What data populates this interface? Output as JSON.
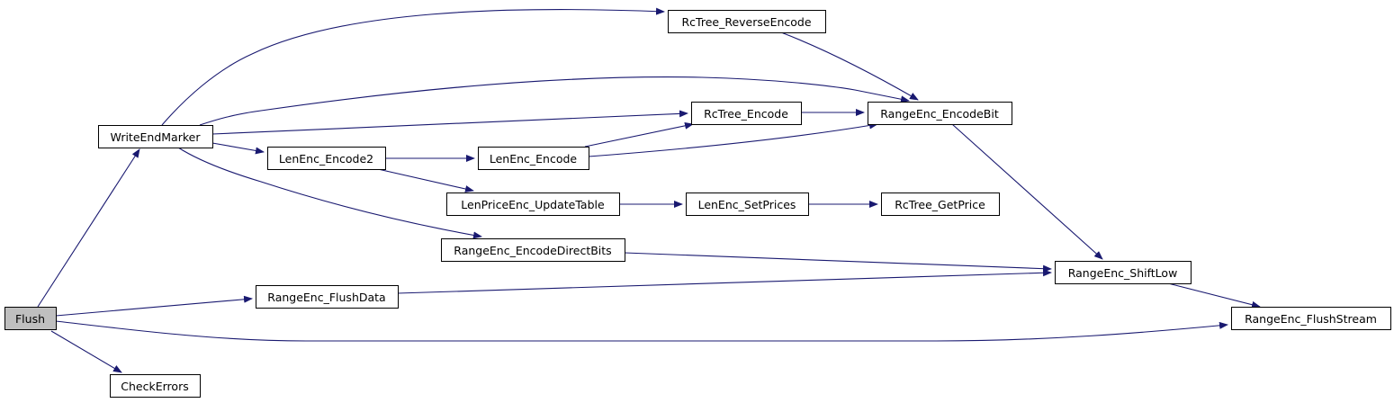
{
  "colors": {
    "edge": "#191970",
    "node_fill": "#ffffff",
    "node_highlight_fill": "#bfbfbf",
    "node_border": "#000000"
  },
  "nodes": [
    {
      "id": "flush",
      "label": "Flush",
      "highlighted": true
    },
    {
      "id": "write-end-marker",
      "label": "WriteEndMarker"
    },
    {
      "id": "check-errors",
      "label": "CheckErrors"
    },
    {
      "id": "rc-tree-reverse-encode",
      "label": "RcTree_ReverseEncode"
    },
    {
      "id": "rc-tree-encode",
      "label": "RcTree_Encode"
    },
    {
      "id": "len-enc-encode2",
      "label": "LenEnc_Encode2"
    },
    {
      "id": "len-enc-encode",
      "label": "LenEnc_Encode"
    },
    {
      "id": "len-price-enc-update-table",
      "label": "LenPriceEnc_UpdateTable"
    },
    {
      "id": "len-enc-set-prices",
      "label": "LenEnc_SetPrices"
    },
    {
      "id": "rc-tree-get-price",
      "label": "RcTree_GetPrice"
    },
    {
      "id": "range-enc-encode-direct-bits",
      "label": "RangeEnc_EncodeDirectBits"
    },
    {
      "id": "range-enc-flush-data",
      "label": "RangeEnc_FlushData"
    },
    {
      "id": "range-enc-encode-bit",
      "label": "RangeEnc_EncodeBit"
    },
    {
      "id": "range-enc-shift-low",
      "label": "RangeEnc_ShiftLow"
    },
    {
      "id": "range-enc-flush-stream",
      "label": "RangeEnc_FlushStream"
    }
  ],
  "edges": [
    {
      "from": "flush",
      "to": "write-end-marker"
    },
    {
      "from": "flush",
      "to": "range-enc-flush-data"
    },
    {
      "from": "flush",
      "to": "range-enc-flush-stream"
    },
    {
      "from": "flush",
      "to": "check-errors"
    },
    {
      "from": "write-end-marker",
      "to": "rc-tree-reverse-encode"
    },
    {
      "from": "write-end-marker",
      "to": "range-enc-encode-bit"
    },
    {
      "from": "write-end-marker",
      "to": "rc-tree-encode"
    },
    {
      "from": "write-end-marker",
      "to": "len-enc-encode2"
    },
    {
      "from": "write-end-marker",
      "to": "range-enc-encode-direct-bits"
    },
    {
      "from": "rc-tree-reverse-encode",
      "to": "range-enc-encode-bit"
    },
    {
      "from": "rc-tree-encode",
      "to": "range-enc-encode-bit"
    },
    {
      "from": "len-enc-encode2",
      "to": "len-enc-encode"
    },
    {
      "from": "len-enc-encode2",
      "to": "len-price-enc-update-table"
    },
    {
      "from": "len-enc-encode",
      "to": "rc-tree-encode"
    },
    {
      "from": "len-enc-encode",
      "to": "range-enc-encode-bit"
    },
    {
      "from": "len-price-enc-update-table",
      "to": "len-enc-set-prices"
    },
    {
      "from": "len-enc-set-prices",
      "to": "rc-tree-get-price"
    },
    {
      "from": "range-enc-encode-direct-bits",
      "to": "range-enc-shift-low"
    },
    {
      "from": "range-enc-flush-data",
      "to": "range-enc-shift-low"
    },
    {
      "from": "range-enc-encode-bit",
      "to": "range-enc-shift-low"
    },
    {
      "from": "range-enc-shift-low",
      "to": "range-enc-flush-stream"
    }
  ]
}
